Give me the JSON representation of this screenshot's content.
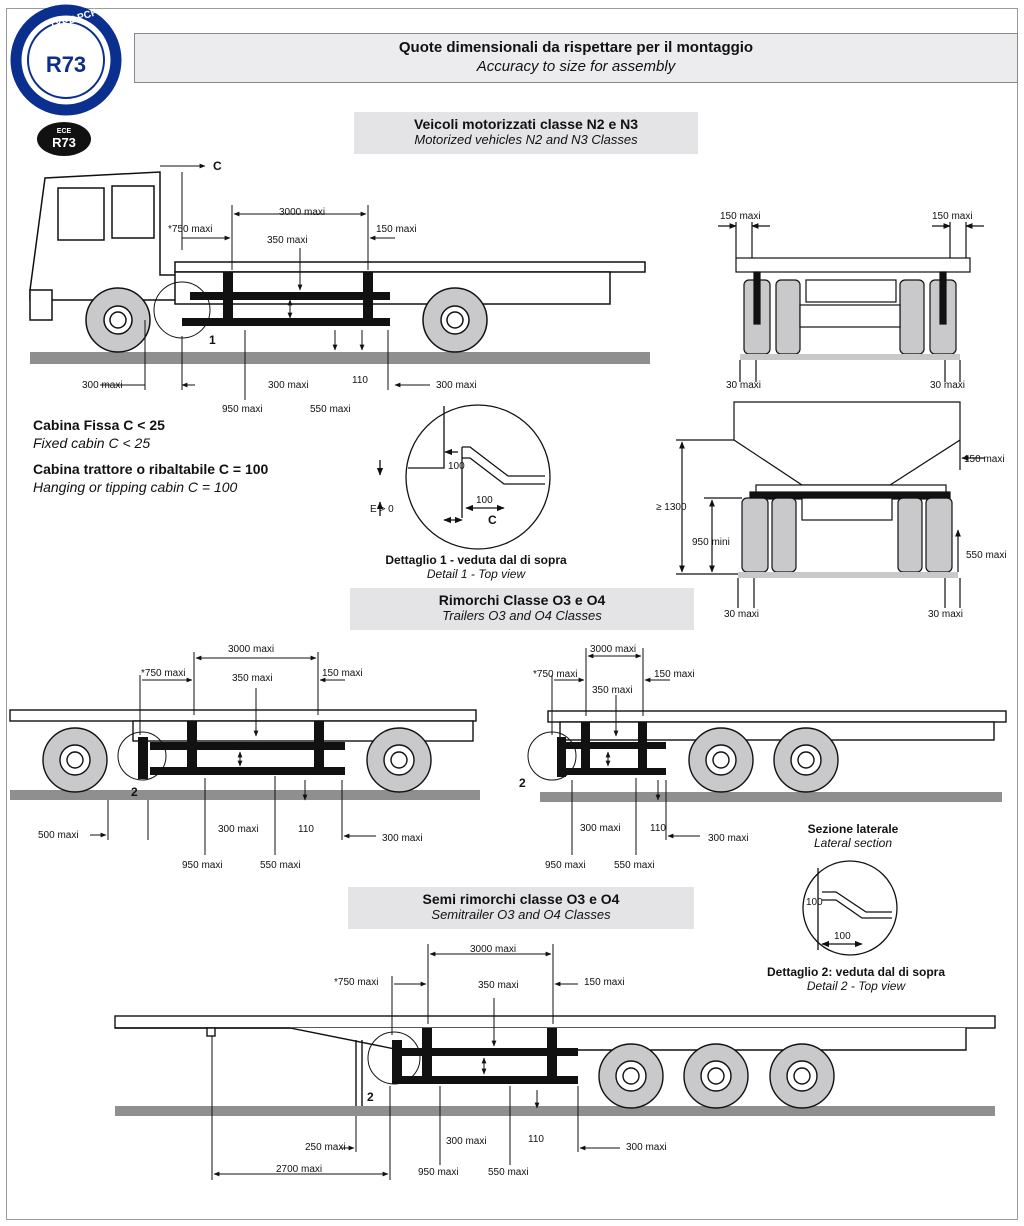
{
  "badge": {
    "type_text": "TYPE PCP",
    "code": "R73",
    "ece_top": "ECE",
    "ece_code": "R73"
  },
  "header": {
    "title_it": "Quote dimensionali da rispettare per il montaggio",
    "title_en": "Accuracy to size for assembly"
  },
  "sections": {
    "motorized": {
      "title_it": "Veicoli motorizzati classe N2 e N3",
      "title_en": "Motorized vehicles N2 and N3 Classes"
    },
    "trailers": {
      "title_it": "Rimorchi Classe O3 e O4",
      "title_en": "Trailers O3 and O4 Classes"
    },
    "semitrailers": {
      "title_it": "Semi rimorchi classe O3 e O4",
      "title_en": "Semitrailer O3 and O4 Classes"
    }
  },
  "notes": {
    "fixed_it": "Cabina Fissa C < 25",
    "fixed_en": "Fixed cabin C < 25",
    "tipping_it": "Cabina trattore o ribaltabile C = 100",
    "tipping_en": "Hanging or tipping cabin C = 100"
  },
  "details": {
    "d1_title_it": "Dettaglio 1 - veduta dal di sopra",
    "d1_title_en": "Detail 1 - Top view",
    "d2_title_it": "Dettaglio 2: veduta dal di sopra",
    "d2_title_en": "Detail 2 - Top view",
    "lateral_it": "Sezione laterale",
    "lateral_en": "Lateral section"
  },
  "labels": {
    "c": "C",
    "one": "1",
    "two": "2",
    "e_gt0": "E > 0",
    "max3000": "3000 maxi",
    "max750": "*750 maxi",
    "max350": "350 maxi",
    "max150": "150 maxi",
    "max300": "300 maxi",
    "v110": "110",
    "max950": "950 maxi",
    "max550": "550 maxi",
    "max30": "30 maxi",
    "ge1300": "≥ 1300",
    "min950": "950 mini",
    "v100": "100",
    "max500": "500 maxi",
    "max250": "250 maxi",
    "max2700": "2700 maxi"
  },
  "colors": {
    "ink": "#111111",
    "tyre": "#c9c9cb",
    "road": "#8f8f8f",
    "badge_blue": "#0b2f8f",
    "band": "#e4e4e7"
  }
}
